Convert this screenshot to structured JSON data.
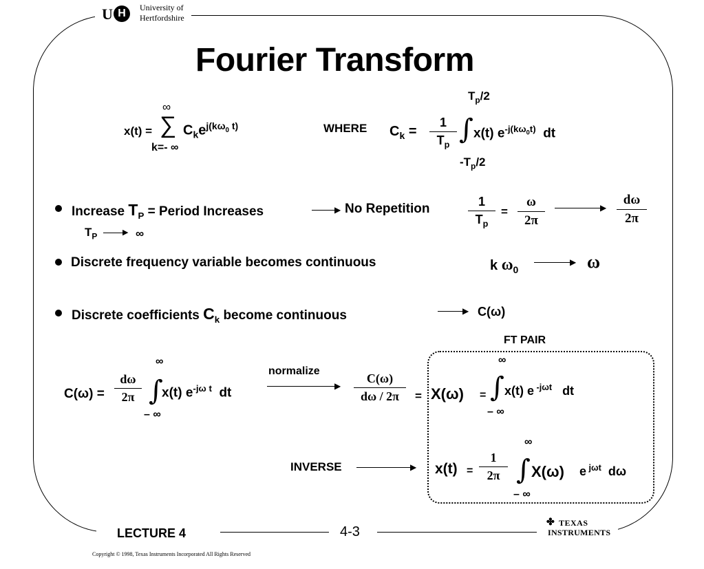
{
  "header": {
    "university_line1": "University of",
    "university_line2": "Hertfordshire",
    "logo_letters": "UH"
  },
  "title": "Fourier Transform",
  "series_eq": {
    "lhs": "x(t) =",
    "sum_top": "∞",
    "sum_symbol": "∑",
    "sum_bottom": "k=- ∞",
    "term": "C",
    "term_sub": "k",
    "exp_base": "e",
    "exponent": "j(kω",
    "exponent_sub": "0",
    "exponent_end": " t)"
  },
  "where_eq": {
    "where": "WHERE",
    "ck": "C",
    "ck_sub": "k",
    "equals": "=",
    "num": "1",
    "den": "T",
    "den_sub": "p",
    "upper": "T",
    "upper_sub": "p",
    "upper_end": "/2",
    "lower": "-T",
    "lower_sub": "p",
    "lower_end": "/2",
    "integrand": "x(t) e",
    "exponent": "-j(kω",
    "exponent_sub": "0",
    "exponent_end": "t)",
    "dt": "dt"
  },
  "bullet1": {
    "text_a": "Increase ",
    "tp": "T",
    "tp_sub": "P",
    "text_b": " = Period Increases",
    "result": "No Repetition",
    "limit_tp": "T",
    "limit_sub": "P",
    "limit_inf": "∞",
    "frac1_num": "1",
    "frac1_den": "T",
    "frac1_den_sub": "p",
    "equals": "=",
    "frac2_num": "ω",
    "frac2_den": "2π",
    "frac3_num": "dω",
    "frac3_den": "2π"
  },
  "bullet2": {
    "text": "Discrete frequency variable becomes continuous",
    "k": "k ",
    "omega0": "ω",
    "omega0_sub": "0",
    "omega": "ω"
  },
  "bullet3": {
    "text_a": "Discrete coefficients ",
    "ck": "C",
    "ck_sub": "k",
    "text_b": " become continuous",
    "result": "C(ω)"
  },
  "ft_pair_label": "FT PAIR",
  "forward_eq": {
    "lhs": "C(ω) =",
    "num": "dω",
    "den": "2π",
    "upper": "∞",
    "lower": "– ∞",
    "integrand": "x(t) e",
    "exponent": "-jω t",
    "dt": "dt",
    "normalize": "normalize",
    "norm_num": "C(ω)",
    "norm_den": "dω / 2π",
    "equals": "=",
    "X": "X(ω)",
    "eq2": "=",
    "upper2": "∞",
    "lower2": "– ∞",
    "integrand2": "x(t) e",
    "exponent2": " -jωt",
    "dt2": "dt"
  },
  "inverse_eq": {
    "label": "INVERSE",
    "lhs": "x(t)",
    "equals": "=",
    "num": "1",
    "den": "2π",
    "upper": "∞",
    "lower": "– ∞",
    "integrand": "X(ω)",
    "exp_base": "e",
    "exponent": " jωt",
    "dw": "dω"
  },
  "footer": {
    "lecture": "LECTURE 4",
    "page": "4-3",
    "ti_line1": "Texas",
    "ti_line2": "Instruments",
    "copyright": "Copyright  © 1998, Texas Instruments Incorporated   All Rights Reserved"
  }
}
